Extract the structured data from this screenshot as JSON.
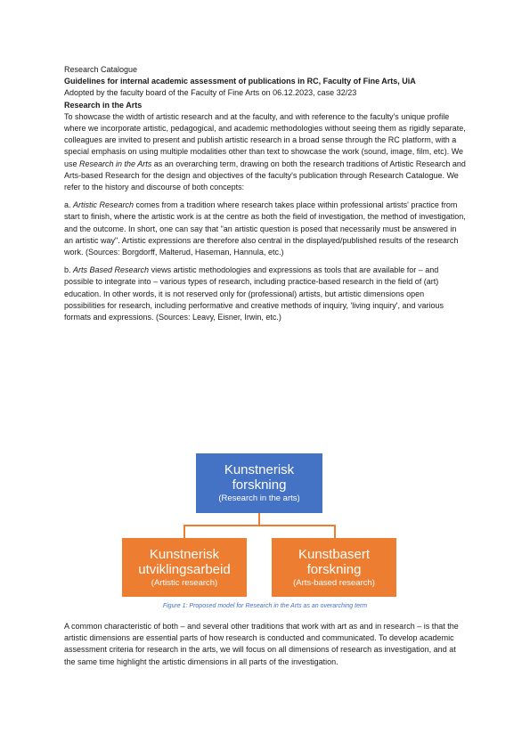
{
  "header": {
    "catalogue": "Research Catalogue",
    "title": "Guidelines for internal academic assessment of publications in RC, Faculty of Fine Arts, UiA",
    "adopted": "Adopted by the faculty board of the Faculty of Fine Arts on 06.12.2023, case 32/23"
  },
  "section": {
    "heading": "Research in the Arts",
    "p1": {
      "part1": "To showcase the width of artistic research and at the faculty, and with reference to the faculty's unique profile where we incorporate artistic, pedagogical, and academic methodologies without seeing them as rigidly separate, colleagues are invited to present and publish artistic research in a broad sense through the RC platform, with a special emphasis on using multiple modalities other than text to showcase the work (sound, image, film, etc). We use ",
      "em": "Research in the Arts",
      "part2": " as an overarching term, drawing on both the research traditions of Artistic Research and Arts-based Research for the design and objectives of the faculty's publication through Research Catalogue. We refer to the history and discourse of both concepts:"
    },
    "p2": {
      "prefix": "a. ",
      "em": "Artistic Research",
      "rest": " comes from a tradition where research takes place within professional artists' practice from start to finish, where the artistic work is at the centre as both the field of investigation, the method of investigation, and the outcome. In short, one can say that \"an artistic question is posed that necessarily must be answered in an artistic way\". Artistic expressions are therefore also central in the displayed/published results of the research work. (Sources: Borgdorff, Malterud, Haseman, Hannula, etc.)"
    },
    "p3": {
      "prefix": "b. ",
      "em": "Arts Based Research",
      "rest": " views artistic methodologies and expressions as tools that are available for – and possible to integrate into – various types of research, including practice-based research in the field of (art) education. In other words, it is not reserved only for (professional) artists, but artistic dimensions open possibilities for research, including performative and creative methods of inquiry, 'living inquiry', and various formats and expressions. (Sources: Leavy, Eisner, Irwin, etc.)"
    }
  },
  "diagram": {
    "top": {
      "title": "Kunstnerisk forskning",
      "subtitle": "(Research in the arts)"
    },
    "left": {
      "title": "Kunstnerisk utviklingsarbeid",
      "subtitle": "(Artistic research)"
    },
    "right": {
      "title": "Kunstbasert forskning",
      "subtitle": "(Arts-based research)"
    },
    "colors": {
      "top": "#4472c4",
      "children": "#ed7d31",
      "caption": "#4472c4"
    },
    "caption": "Figure 1: Proposed model for Research in the Arts as an overarching term"
  },
  "closing": "A common characteristic of both – and several other traditions that work with art as and in research – is that the artistic dimensions are essential parts of how research is conducted and communicated. To develop academic assessment criteria for research in the arts, we will focus on all dimensions of research as investigation, and at the same time highlight the artistic dimensions in all parts of the investigation."
}
